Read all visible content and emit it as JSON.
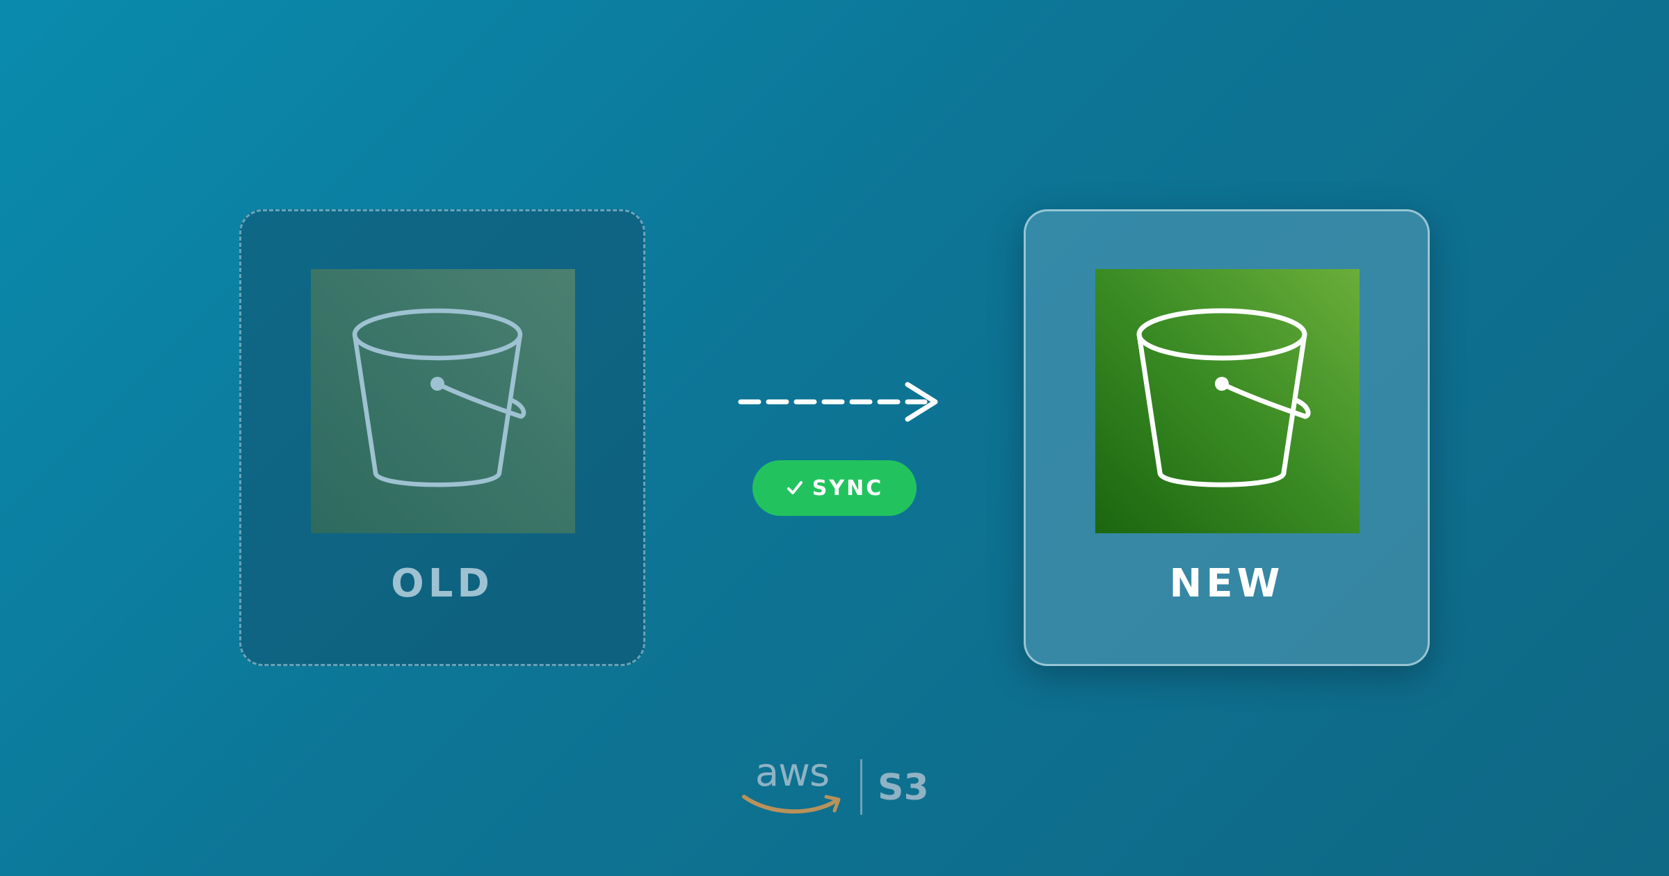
{
  "source_bucket": {
    "label": "OLD",
    "icon": "s3-bucket-icon",
    "tile_color": "#3b7568",
    "stroke_color": "#9ec2d1"
  },
  "target_bucket": {
    "label": "NEW",
    "icon": "s3-bucket-icon",
    "tile_color": "#3a8b24",
    "stroke_color": "#ffffff"
  },
  "transfer": {
    "arrow_icon": "dashed-arrow-right-icon",
    "badge": {
      "icon": "checkmark-icon",
      "label": "SYNC",
      "color": "#22c35e"
    }
  },
  "footer": {
    "brand": "aws",
    "service": "S3",
    "logo_color": "#8fb3c4",
    "smile_color": "#b8925a"
  }
}
